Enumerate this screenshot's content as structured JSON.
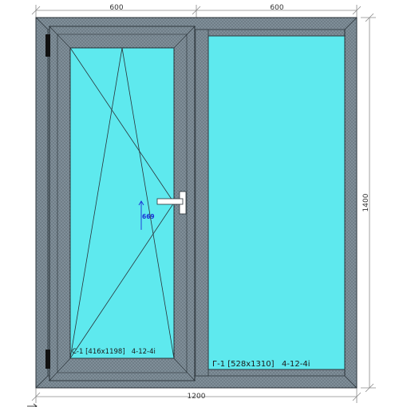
{
  "dimensions": {
    "top_left": "600",
    "top_right": "600",
    "bottom_total": "1200",
    "right_height": "1400",
    "handle_height": "669"
  },
  "panels": {
    "left_label": "С-1 [416x1198]   4-12-4i",
    "right_label": "Г-1 [528x1310]   4-12-4i"
  },
  "colors": {
    "frame": "#7f8e98",
    "frame_dark": "#5d6b74",
    "glass": "#5ee9ee",
    "outline": "#2a3238",
    "dimension_line": "#8a8a8a",
    "handle_marker": "#1c2fd6"
  }
}
